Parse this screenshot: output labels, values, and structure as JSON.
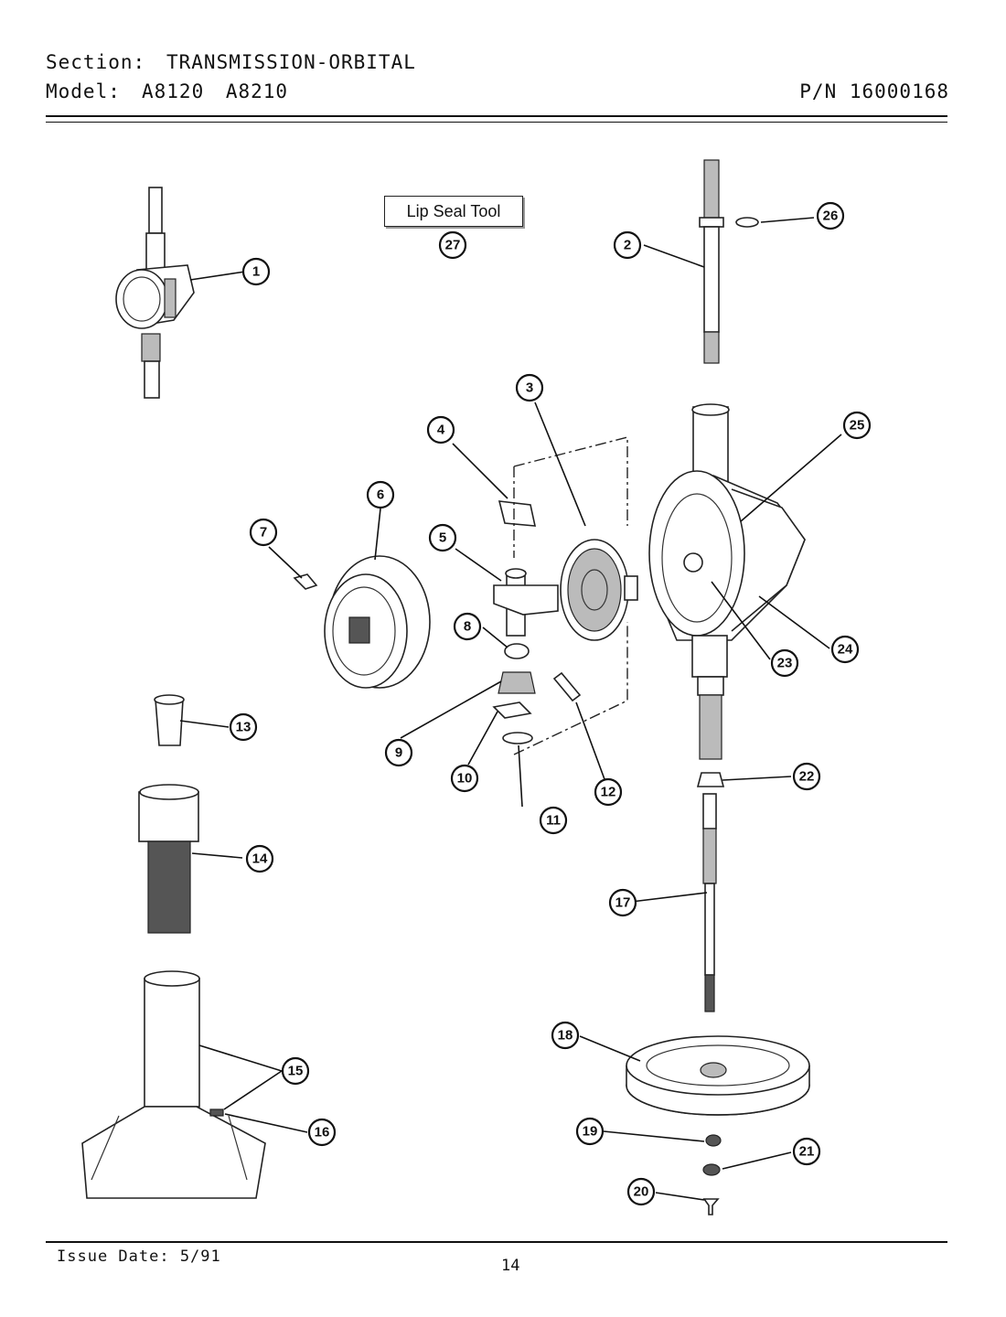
{
  "header": {
    "section_label": "Section:",
    "section_value": "TRANSMISSION-ORBITAL",
    "model_label": "Model:",
    "models": "A8120  A8210",
    "part_number": "P/N 16000168"
  },
  "tool_label": "Lip Seal Tool",
  "callouts": [
    "1",
    "2",
    "3",
    "4",
    "5",
    "6",
    "7",
    "8",
    "9",
    "10",
    "11",
    "12",
    "13",
    "14",
    "15",
    "15",
    "16",
    "17",
    "18",
    "19",
    "20",
    "21",
    "22",
    "23",
    "24",
    "25",
    "26",
    "27"
  ],
  "footer": {
    "issue_date": "Issue Date: 5/91",
    "page_number": "14"
  }
}
